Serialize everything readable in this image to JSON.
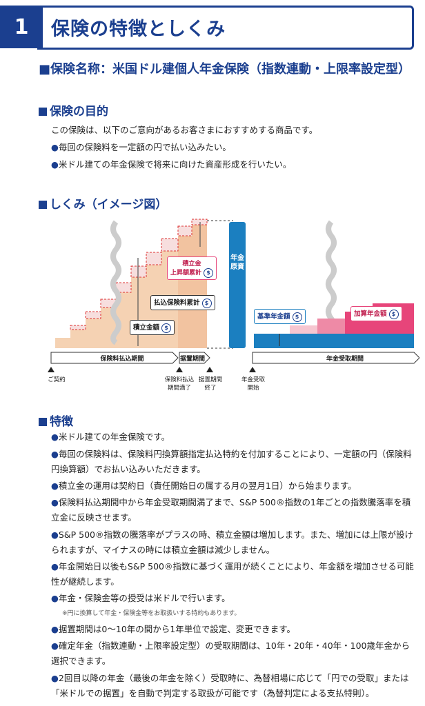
{
  "header": {
    "number": "1",
    "title": "保険の特徴としくみ"
  },
  "product_name": "■保険名称：米国ドル建個人年金保険（指数連動・上限率設定型）",
  "purpose": {
    "heading": "保険の目的",
    "intro": "この保険は、以下のご意向があるお客さまにおすすめする商品です。",
    "items": [
      "毎回の保険料を一定額の円で払い込みたい。",
      "米ドル建ての年金保険で将来に向けた資産形成を行いたい。"
    ]
  },
  "mechanism": {
    "heading": "しくみ（イメージ図）",
    "labels": {
      "accum_increase": "積立金\n上昇額累計",
      "paid_total": "払込保険料累計",
      "accum_amount": "積立金額",
      "pension_fund": "年金原資",
      "base_pension": "基準年金額",
      "added_pension": "加算年金額",
      "coin_symbol": "$"
    },
    "periods": {
      "payment": "保険料払込期間",
      "deferral": "据置期間",
      "receipt": "年金受取期間"
    },
    "milestones": [
      "ご契約",
      "保険料払込\n期間満了",
      "据置期間\n終了",
      "年金受取\n開始"
    ],
    "colors": {
      "blue": "#1b7fc0",
      "navy": "#1b3f8f",
      "peach": "#f5d2b3",
      "pink": "#e7457a",
      "lightpink": "#f6c6d0"
    }
  },
  "features": {
    "heading": "特徴",
    "items": [
      "米ドル建ての年金保険です。",
      "毎回の保険料は、保険料円換算額指定払込特約を付加することにより、一定額の円（保険料円換算額）でお払い込みいただきます。",
      "積立金の運用は契約日（責任開始日の属する月の翌月1日）から始まります。",
      "保険料払込期間中から年金受取期間満了まで、S&P 500®指数の1年ごとの指数騰落率を積立金に反映させます。",
      "S&P 500®指数の騰落率がプラスの時、積立金額は増加します。また、増加には上限が設けられますが、マイナスの時には積立金額は減少しません。",
      "年金開始日以後もS&P 500®指数に基づく運用が続くことにより、年金額を増加させる可能性が継続します。",
      "年金・保険金等の授受は米ドルで行います。",
      "据置期間は0～10年の間から1年単位で設定、変更できます。",
      "確定年金（指数連動・上限率設定型）の受取期間は、10年・20年・40年・100歳年金から選択できます。",
      "2回目以降の年金（最後の年金を除く）受取時に、為替相場に応じて「円での受取」または「米ドルでの据置」を自動で判定する取扱が可能です（為替判定による支払特則）。"
    ],
    "note": "※円に換算して年金・保険金等をお取扱いする特約もあります。"
  }
}
